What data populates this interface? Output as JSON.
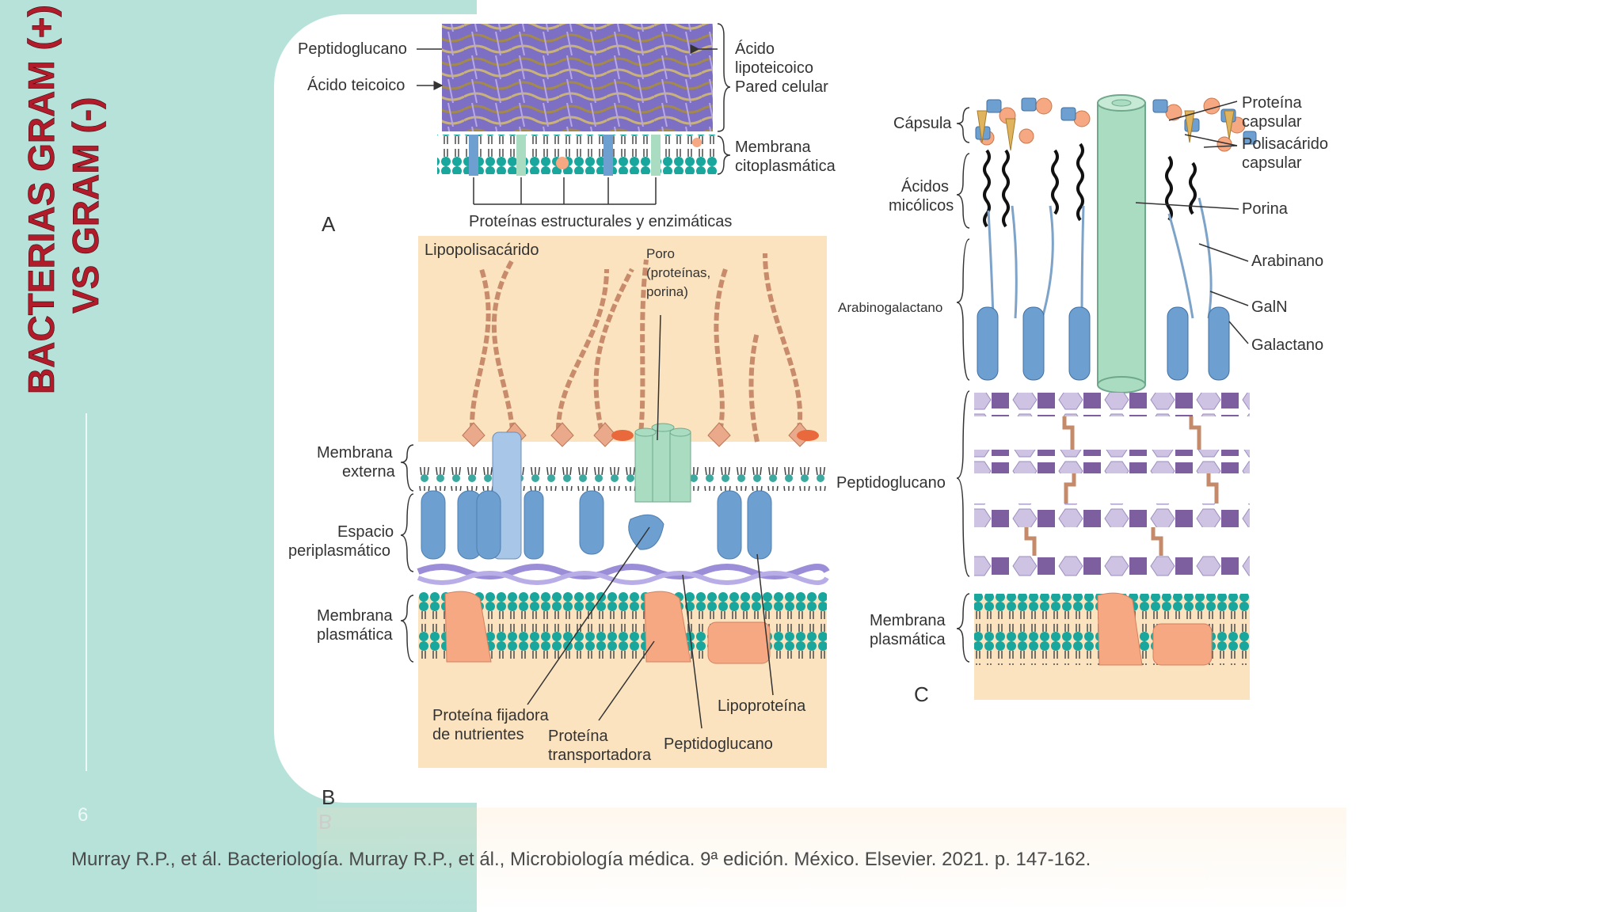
{
  "slide": {
    "title_line1": "BACTERIAS GRAM (+)",
    "title_line2": "VS GRAM (-)",
    "page_number": "6",
    "citation": "Murray R.P., et ál. Bacteriología. Murray R.P., et ál., Microbiología médica. 9ª edición. México. Elsevier. 2021. p. 147-162.",
    "colors": {
      "sidebar": "#b7e2da",
      "title": "#b21b2a",
      "panel_b_bg": "#fbe3bf",
      "membrane_head": "#19a69c",
      "protein_blue": "#6d9fd0",
      "protein_peach": "#f5a882",
      "porin_green": "#a9dcc0",
      "peptidoglycan_purple": "#8a73b8"
    }
  },
  "panel_a": {
    "letter": "A",
    "peptidoglycan": "Peptidoglucano",
    "teichoic": "Ácido teicoico",
    "lipoteichoic_1": "Ácido",
    "lipoteichoic_2": "lipoteicoico",
    "cell_wall": "Pared celular",
    "membrane_1": "Membrana",
    "membrane_2": "citoplasmática",
    "proteins": "Proteínas estructurales y enzimáticas"
  },
  "panel_b": {
    "letter": "B",
    "lps": "Lipopolisacárido",
    "pore_1": "Poro",
    "pore_2": "(proteínas,",
    "pore_3": "porina)",
    "outer_1": "Membrana",
    "outer_2": "externa",
    "peri_1": "Espacio",
    "peri_2": "periplasmático",
    "plasma_1": "Membrana",
    "plasma_2": "plasmática",
    "binding_1": "Proteína fijadora",
    "binding_2": "de nutrientes",
    "transport_1": "Proteína",
    "transport_2": "transportadora",
    "peptidoglycan": "Peptidoglucano",
    "lipoprotein": "Lipoproteína"
  },
  "panel_c": {
    "letter": "C",
    "capsule": "Cápsula",
    "mycolic_1": "Ácidos",
    "mycolic_2": "micólicos",
    "arabinogalactan": "Arabinogalactano",
    "peptidoglycan": "Peptidoglucano",
    "plasma_1": "Membrana",
    "plasma_2": "plasmática",
    "capsular_protein_1": "Proteína",
    "capsular_protein_2": "capsular",
    "capsular_poly_1": "Polisacárido",
    "capsular_poly_2": "capsular",
    "porin": "Porina",
    "arabinan": "Arabinano",
    "galn": "GalN",
    "galactan": "Galactano"
  }
}
